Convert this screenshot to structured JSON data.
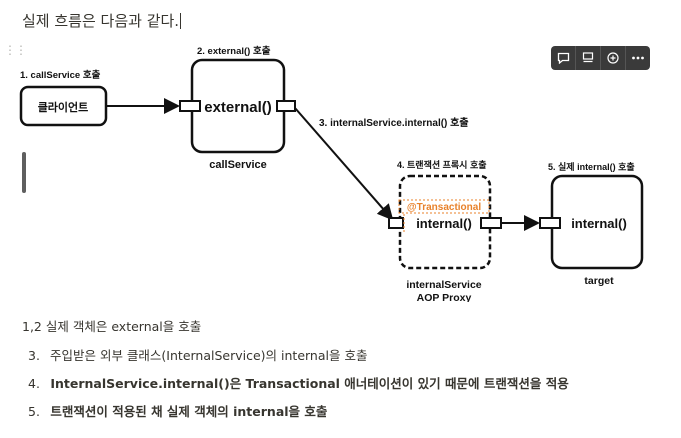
{
  "heading": "실제 흐름은 다음과 같다.",
  "toolbar": {
    "icons": [
      "comment-icon",
      "caption-icon",
      "add-icon",
      "more-icon"
    ]
  },
  "diagram": {
    "step1_label": "1. callService 호출",
    "client_label": "클라이언트",
    "step2_label": "2. external() 호출",
    "external_label": "external()",
    "call_service_label": "callService",
    "step3_label": "3. internalService.internal() 호출",
    "step4_label": "4. 트랜잭션 프록시 호출",
    "transactional_label": "@Transactional",
    "proxy_internal_label": "internal()",
    "proxy_name_line1": "internalService",
    "proxy_name_line2": "AOP Proxy",
    "step5_label": "5. 실제 internal() 호출",
    "target_internal_label": "internal()",
    "target_label": "target"
  },
  "list": [
    {
      "num": "1,2",
      "text": "실제 객체은 external을 호출"
    },
    {
      "num": "3.",
      "text": "주입받은 외부 클래스(InternalService)의 internal을 호출"
    },
    {
      "num": "4.",
      "text": "InternalService.internal()은 Transactional 애너테이션이 있기 때문에 트랜잭션을 적용"
    },
    {
      "num": "5.",
      "text": "트랜잭션이 적용된 채 실제 객체의 internal을 호출"
    }
  ],
  "colors": {
    "transactional": "#e8812a",
    "toolbar_bg": "#3a3a3a"
  }
}
